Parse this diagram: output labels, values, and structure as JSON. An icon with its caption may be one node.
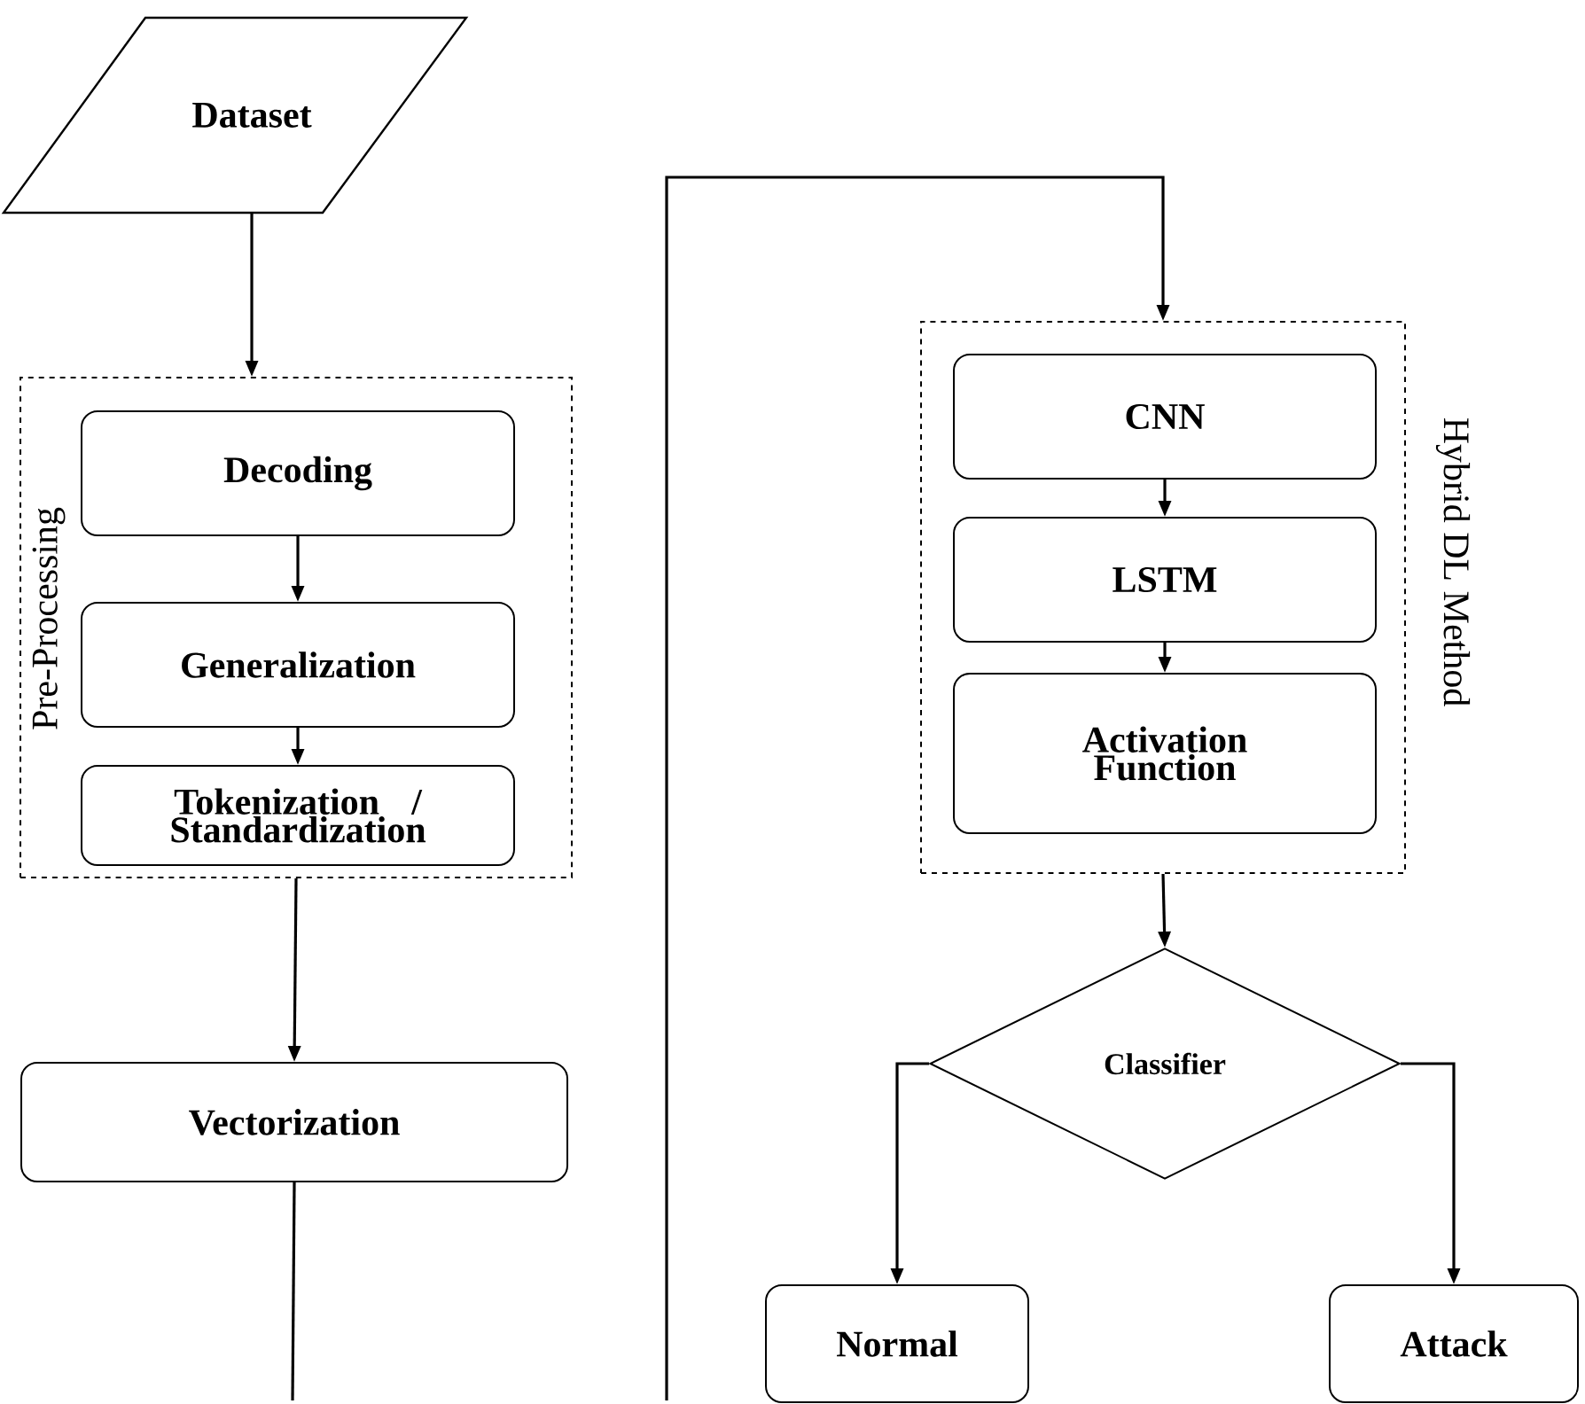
{
  "diagram": {
    "nodes": [
      {
        "text": [
          "Dataset"
        ]
      },
      {
        "text": [
          "Pre-Processing"
        ]
      },
      {
        "text": [
          "Decoding"
        ],
        "in": 1
      },
      {
        "text": [
          "Generalization"
        ],
        "in": 1
      },
      {
        "text": [
          "Tokenization / Standardization"
        ],
        "in": 1
      },
      {
        "text": [
          "Vectorization"
        ]
      },
      {
        "text": [
          "Hybrid  DL Method"
        ]
      },
      {
        "text": [
          "CNN"
        ],
        "in": 6
      },
      {
        "text": [
          "LSTM"
        ],
        "in": 6
      },
      {
        "text": [
          "Activation Function"
        ],
        "in": 6
      },
      {
        "text": [
          "Classifier"
        ]
      },
      {
        "text": [
          "Normal"
        ]
      },
      {
        "text": [
          "Attack"
        ]
      }
    ],
    "edges": [
      {
        "from": 0,
        "to": 1,
        "arrow": "to"
      },
      {
        "from": 2,
        "to": 3,
        "arrow": "to"
      },
      {
        "from": 3,
        "to": 4,
        "arrow": "to"
      },
      {
        "from": 1,
        "to": 5,
        "arrow": "to"
      },
      {
        "from": 5,
        "to": null,
        "arrow": "none"
      },
      {
        "from": null,
        "to": 6,
        "arrow": "to"
      },
      {
        "from": 7,
        "to": 8,
        "arrow": "to"
      },
      {
        "from": 8,
        "to": 9,
        "arrow": "to"
      },
      {
        "from": 6,
        "to": 10,
        "arrow": "to"
      },
      {
        "from": 10,
        "to": 11,
        "arrow": "to"
      },
      {
        "from": 10,
        "to": 12,
        "arrow": "to"
      }
    ]
  }
}
